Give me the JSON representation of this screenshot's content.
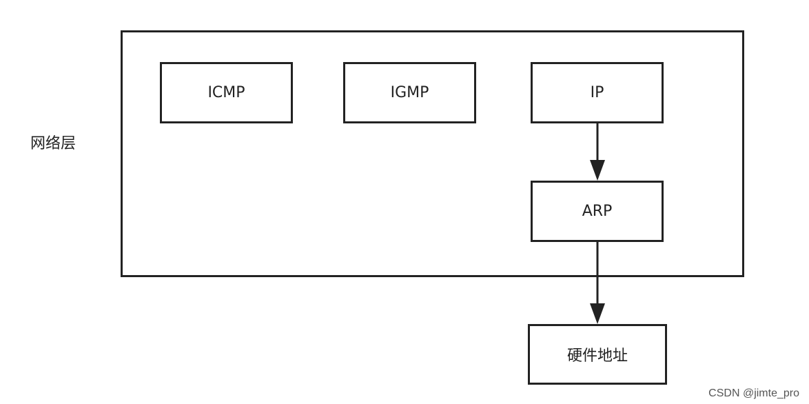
{
  "layer_label": "网络层",
  "nodes": {
    "icmp": "ICMP",
    "igmp": "IGMP",
    "ip": "IP",
    "arp": "ARP",
    "hardware_address": "硬件地址"
  },
  "watermark": "CSDN @jimte_pro",
  "colors": {
    "stroke": "#222222",
    "background": "#ffffff"
  }
}
